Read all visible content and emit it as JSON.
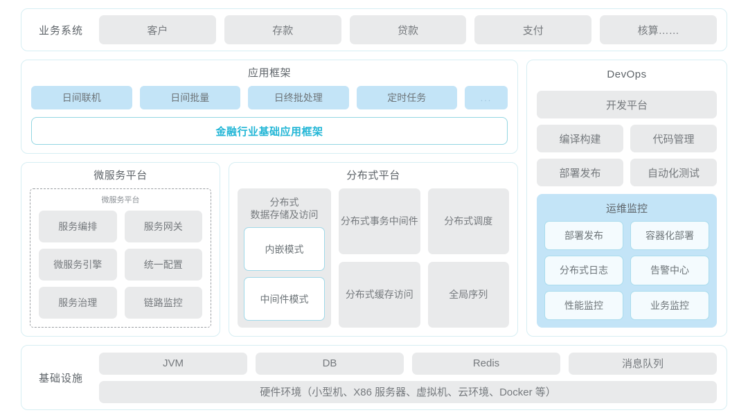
{
  "business_systems": {
    "label": "业务系统",
    "items": [
      "客户",
      "存款",
      "贷款",
      "支付",
      "核算……"
    ]
  },
  "app_framework": {
    "title": "应用框架",
    "modes": [
      "日间联机",
      "日间批量",
      "日终批处理",
      "定时任务"
    ],
    "more": "...",
    "accent": "金融行业基础应用框架",
    "accent_color": "#22b6d6"
  },
  "microservice_platform": {
    "title": "微服务平台",
    "inner_title": "微服务平台",
    "items": [
      "服务编排",
      "服务网关",
      "微服务引擎",
      "统一配置",
      "服务治理",
      "链路监控"
    ]
  },
  "distributed_platform": {
    "title": "分布式平台",
    "storage": {
      "title": "分布式\n数据存储及访问",
      "title_line1": "分布式",
      "title_line2": "数据存储及访问",
      "modes": [
        "内嵌模式",
        "中间件模式"
      ]
    },
    "cells": [
      {
        "line1": "分布式",
        "line2": "事务中间件"
      },
      {
        "line1": "分布式调度",
        "line2": ""
      },
      {
        "line1": "分布式",
        "line2": "缓存访问"
      },
      {
        "line1": "全局序列",
        "line2": ""
      }
    ]
  },
  "devops": {
    "title": "DevOps",
    "platform": "开发平台",
    "pairs": [
      [
        "编译构建",
        "代码管理"
      ],
      [
        "部署发布",
        "自动化测试"
      ]
    ],
    "ops_monitor": {
      "title": "运维监控",
      "items": [
        "部署发布",
        "容器化部署",
        "分布式日志",
        "告警中心",
        "性能监控",
        "业务监控"
      ]
    }
  },
  "infrastructure": {
    "label": "基础设施",
    "items": [
      "JVM",
      "DB",
      "Redis",
      "消息队列"
    ],
    "hardware": "硬件环境（小型机、X86 服务器、虚拟机、云环境、Docker 等）"
  },
  "colors": {
    "panel_border": "#d6eef3",
    "grey_box": "#e9eaeb",
    "blue_box": "#c3e4f7",
    "accent": "#22b6d6",
    "text": "#6b7075"
  }
}
